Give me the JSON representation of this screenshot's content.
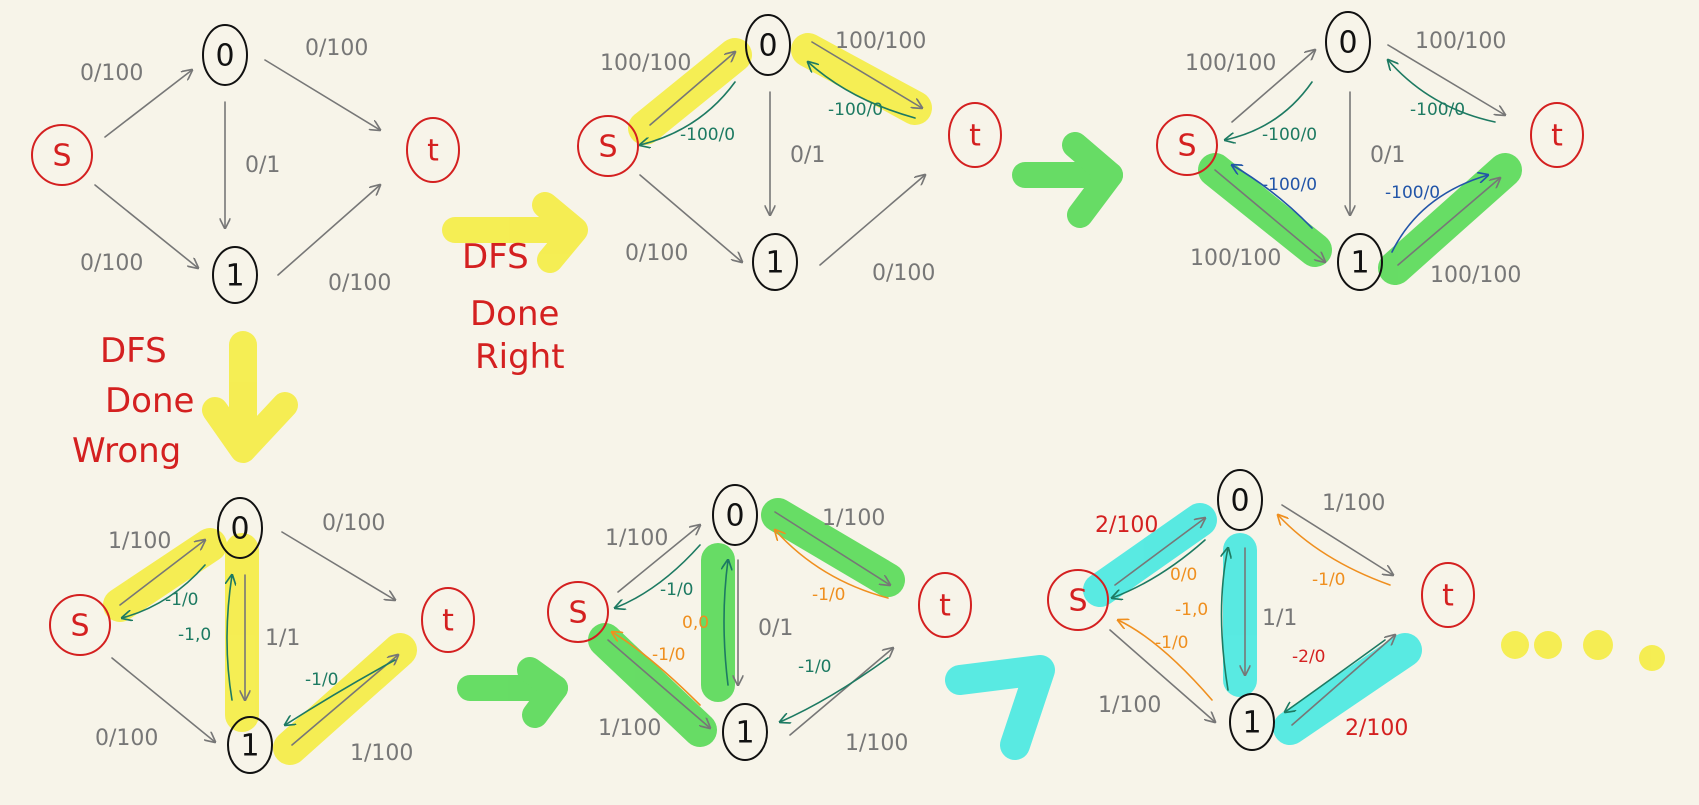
{
  "nodes": {
    "s": "S",
    "t": "t",
    "zero": "0",
    "one": "1"
  },
  "captions": {
    "right": [
      "DFS",
      "Done",
      "Right"
    ],
    "wrong": [
      "DFS",
      "Done",
      "Wrong"
    ]
  },
  "colors": {
    "background": "#f7f4e9",
    "red": "#d42020",
    "gray": "#777777",
    "teal": "#1d7a62",
    "blue": "#2255a8",
    "orange": "#ef8f1f",
    "yellow": "#f5ec3a",
    "green": "#4ed84e",
    "cyan": "#3de8e0"
  },
  "top_panels": [
    {
      "edges": [
        "0/100",
        "0/100",
        "0/1",
        "0/100",
        "0/100"
      ]
    },
    {
      "edges": [
        "100/100",
        "100/100",
        "0/1",
        "0/100",
        "0/100"
      ],
      "reverse": [
        "-100/0",
        "-100/0"
      ]
    },
    {
      "edges": [
        "100/100",
        "100/100",
        "0/1",
        "100/100",
        "100/100"
      ],
      "reverse": [
        "-100/0",
        "-100/0",
        "-100/0",
        "-100/0"
      ]
    }
  ],
  "bottom_panels": [
    {
      "edges": [
        "1/100",
        "0/100",
        "1/1",
        "0/100",
        "1/100"
      ],
      "reverse": [
        "-1/0",
        "-1,0",
        "-1/0"
      ]
    },
    {
      "edges": [
        "1/100",
        "1/100",
        "0/1",
        "1/100",
        "1/100"
      ],
      "reverse": [
        "-1/0",
        "0,0",
        "-1/0",
        "-1/0",
        "-1/0"
      ]
    },
    {
      "edges": [
        "2/100",
        "1/100",
        "1/1",
        "1/100",
        "2/100"
      ],
      "reverse": [
        "0/0",
        "-1,0",
        "-1/0",
        "-1/0",
        "-2/0"
      ]
    }
  ],
  "ellipsis": "..."
}
